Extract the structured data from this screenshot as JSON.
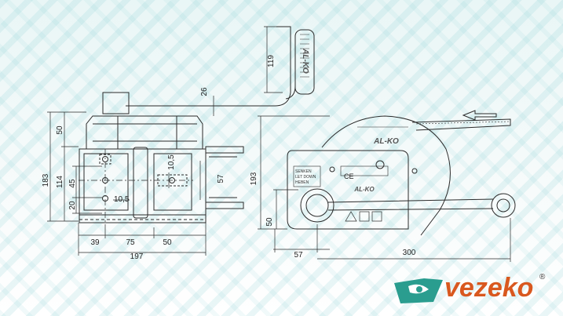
{
  "dimensions": {
    "handle_height": "119",
    "crank_offset": "26",
    "top_height": "50",
    "total_height": "183",
    "base_height": "114",
    "bolt_pitch_v": "45",
    "bolt_offset_v": "20",
    "hole_dia_a": "10,5",
    "hole_dia_b": "10,5",
    "flange_width": "57",
    "base_39": "39",
    "base_75": "75",
    "base_50": "50",
    "base_197": "197",
    "side_height": "193",
    "drum_height": "50",
    "drum_offset": "57",
    "handle_reach": "300"
  },
  "labels": {
    "brand_handle": "AL-KO",
    "brand_drum": "AL-KO",
    "brand_plate": "AL-KO",
    "plate_line1": "SENKEN",
    "plate_line2": "LET DOWN",
    "plate_line3": "HEBEN",
    "plate_ce": "CE"
  },
  "logo": {
    "text": "vezeko",
    "registered": "®",
    "accent": "#d9581f",
    "mark_color": "#2a9d8f"
  },
  "colors": {
    "line": "#2b2b2b",
    "bg_tint": "#e9f6f6"
  }
}
